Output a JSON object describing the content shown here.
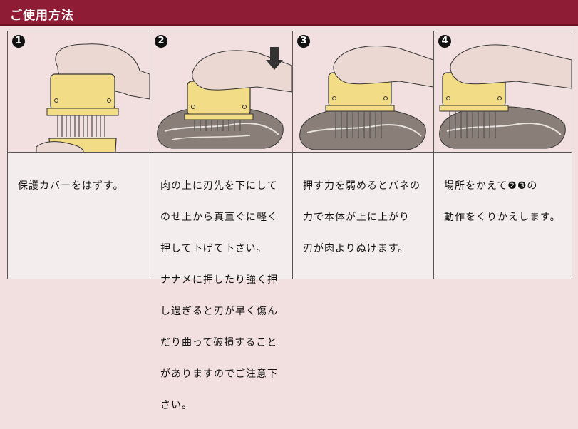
{
  "header": {
    "title": "ご使用方法"
  },
  "colors": {
    "header_bg": "#8e1c34",
    "page_bg": "#f2dfe0",
    "device": "#f3dc86",
    "meat": "#8a7f78"
  },
  "steps": [
    {
      "number": "1",
      "text_lines": [
        "保護カバーをはずす。"
      ],
      "illustration": "hand-removing-cover"
    },
    {
      "number": "2",
      "text_lines": [
        "肉の上に刃先を下にして",
        "のせ上から真直ぐに軽く",
        "押して下げて下さい。",
        "ナナメに押したり強く押",
        "し過ぎると刃が早く傷ん",
        "だり曲って破損すること",
        "がありますのでご注意下",
        "さい。"
      ],
      "illustration": "press-down-arrow"
    },
    {
      "number": "3",
      "text_lines": [
        "押す力を弱めるとバネの",
        "力で本体が上に上がり",
        "刃が肉よりぬけます。"
      ],
      "illustration": "release-spring"
    },
    {
      "number": "4",
      "text_lines": [
        "場所をかえて❷❸の",
        "動作をくりかえします。"
      ],
      "illustration": "repeat-action"
    }
  ]
}
